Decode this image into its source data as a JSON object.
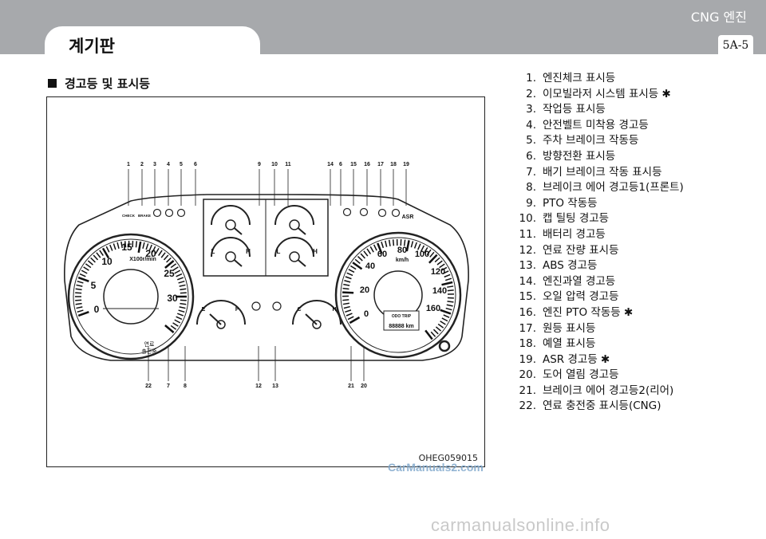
{
  "header": {
    "chapter_title": "CNG 엔진",
    "section_title": "계기판",
    "page_number": "5A-5"
  },
  "subheading": "경고등 및 표시등",
  "figure": {
    "code": "OHEG059015",
    "top_callouts": [
      "1",
      "2",
      "3",
      "4",
      "5",
      "6",
      "9",
      "10",
      "11",
      "14",
      "6",
      "15",
      "16",
      "17",
      "18",
      "19"
    ],
    "bottom_callouts": [
      "22",
      "7",
      "8",
      "12",
      "13",
      "21",
      "20"
    ],
    "tach_numbers": [
      "0",
      "5",
      "10",
      "15",
      "20",
      "25",
      "30"
    ],
    "tach_unit": "X100r/min",
    "speed_numbers": [
      "0",
      "20",
      "40",
      "60",
      "80",
      "100",
      "120",
      "140",
      "160"
    ],
    "speed_unit": "km/h",
    "gauge_small_labels": [
      "E",
      "F",
      "C",
      "H",
      "L",
      "H",
      "L",
      "H"
    ],
    "lamp_texts": [
      "CHECK",
      "BRAKE",
      "ASR",
      "ODO TRIP",
      "88888 km"
    ],
    "cng_lamp_text": "연료\n충전중"
  },
  "legend": [
    {
      "num": "1.",
      "text": "엔진체크 표시등"
    },
    {
      "num": "2.",
      "text": "이모빌라저 시스템 표시등 ✱"
    },
    {
      "num": "3.",
      "text": "작업등 표시등"
    },
    {
      "num": "4.",
      "text": "안전벨트 미착용 경고등"
    },
    {
      "num": "5.",
      "text": "주차 브레이크 작동등"
    },
    {
      "num": "6.",
      "text": "방향전환 표시등"
    },
    {
      "num": "7.",
      "text": "배기 브레이크 작동 표시등"
    },
    {
      "num": "8.",
      "text": "브레이크 에어 경고등1(프론트)"
    },
    {
      "num": "9.",
      "text": "PTO 작동등"
    },
    {
      "num": "10.",
      "text": "캡 틸팅 경고등"
    },
    {
      "num": "11.",
      "text": "배터리 경고등"
    },
    {
      "num": "12.",
      "text": "연료 잔량 표시등"
    },
    {
      "num": "13.",
      "text": "ABS 경고등"
    },
    {
      "num": "14.",
      "text": "엔진과열 경고등"
    },
    {
      "num": "15.",
      "text": "오일 압력 경고등"
    },
    {
      "num": "16.",
      "text": "엔진 PTO 작동등 ✱"
    },
    {
      "num": "17.",
      "text": "원등 표시등"
    },
    {
      "num": "18.",
      "text": "예열 표시등"
    },
    {
      "num": "19.",
      "text": "ASR 경고등 ✱"
    },
    {
      "num": "20.",
      "text": "도어 열림 경고등"
    },
    {
      "num": "21.",
      "text": "브레이크 에어 경고등2(리어)"
    },
    {
      "num": "22.",
      "text": "연료 충전중 표시등(CNG)"
    }
  ],
  "watermarks": {
    "top": "CarManuals2.com",
    "bottom": "carmanualsonline.info"
  }
}
